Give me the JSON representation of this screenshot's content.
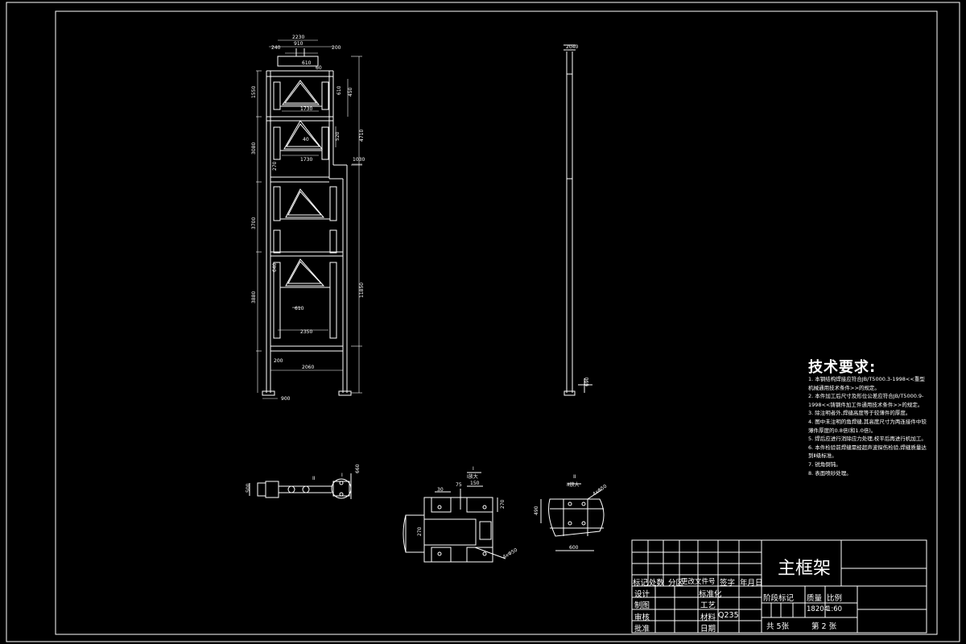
{
  "title_block": {
    "drawing_name": "主框架",
    "row_labels": [
      "标记",
      "处数",
      "分区",
      "更改文件号",
      "签字",
      "年月日"
    ],
    "roles": [
      "设计",
      "制图",
      "审核",
      "批准"
    ],
    "mid_labels": [
      "标准化",
      "工艺",
      "材料",
      "日期"
    ],
    "material": "Q235",
    "stage_headers": [
      "阶段标记",
      "质量",
      "比例"
    ],
    "weight": "18204",
    "scale": "1:60",
    "sheets_total": "共 5张",
    "sheet_no": "第 2 张"
  },
  "tech_requirements": {
    "title": "技术要求:",
    "items": [
      "1. 本钢结构焊接应符合JB/T5000.3-1998<<重型机械通用技术条件>>的规定。",
      "2. 本件加工后尺寸及形位公差应符合JB/T5000.9-1998<<铸钢件加工件通用技术条件>>的规定。",
      "3. 除注明者外,焊缝高度等于较薄件的厚度。",
      "4. 图中未注明的角焊缝,其高度尺寸为两连接件中较薄件厚度的0.8倍(和1.0倍)。",
      "5. 焊后应进行消除应力处理,校平后再进行机加工。",
      "6. 本件检验前焊缝需经超声波探伤检验,焊缝质量达到Ⅱ级标准。",
      "7. 锐角倒钝。",
      "8. 表面喷砂处理。"
    ]
  },
  "main_view": {
    "dims_top": [
      "2230",
      "910",
      "240",
      "610",
      "60",
      "200"
    ],
    "dims_left": [
      "1550",
      "3080",
      "3700",
      "3880"
    ],
    "dims_right": [
      "4710",
      "1030",
      "11850",
      "450"
    ],
    "dims_inner": [
      "1730",
      "1730",
      "40",
      "270",
      "520",
      "610",
      "640",
      "2350",
      "610",
      "200",
      "2060",
      "900"
    ]
  },
  "side_view": {
    "dims": [
      "2040",
      "690"
    ]
  },
  "section_labels": {
    "s1": "I",
    "s1_view": "I放大",
    "s2": "II",
    "s2_view": "II放大"
  },
  "detail_dims": {
    "plan": [
      "500",
      "660"
    ],
    "detail1": [
      "30",
      "75",
      "150",
      "270",
      "4xΦ50"
    ],
    "detail2": [
      "4xΦ50",
      "490",
      "600"
    ]
  }
}
